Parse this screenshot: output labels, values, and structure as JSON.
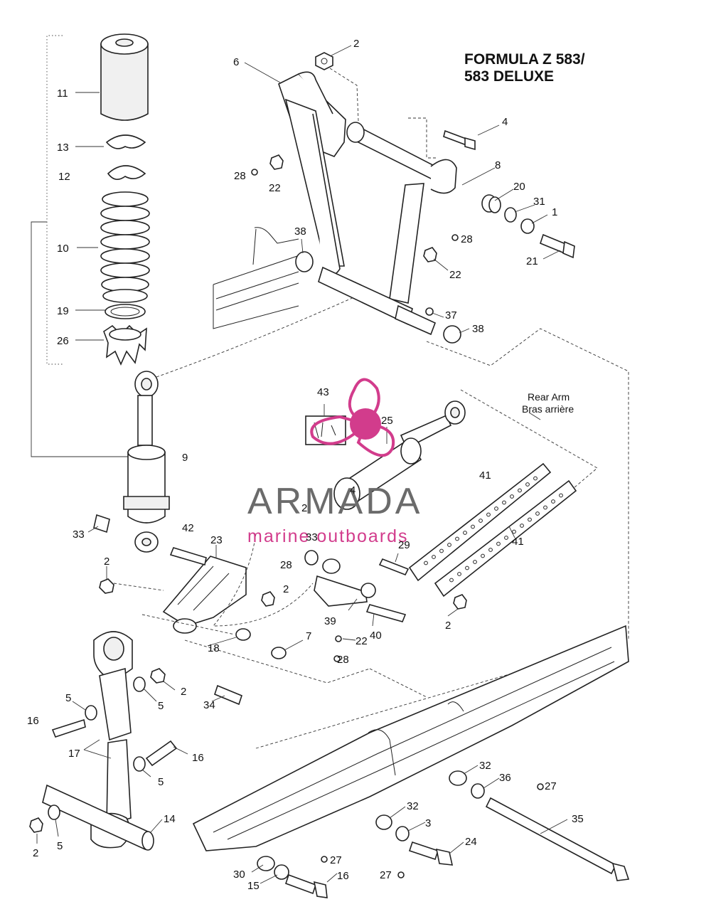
{
  "title": {
    "line1": "FORMULA Z 583/",
    "line2": "583 DELUXE"
  },
  "reference_note": {
    "line1": "Rear Arm",
    "line2": "Bras arrière"
  },
  "watermark": {
    "brand": "ARMADA",
    "tagline": "marine outboards",
    "logo_color": "#d23c8c"
  },
  "callouts": [
    {
      "id": "c-2a",
      "text": "2"
    },
    {
      "id": "c-6",
      "text": "6"
    },
    {
      "id": "c-4a",
      "text": "4"
    },
    {
      "id": "c-28a",
      "text": "28"
    },
    {
      "id": "c-22a",
      "text": "22"
    },
    {
      "id": "c-8",
      "text": "8"
    },
    {
      "id": "c-20",
      "text": "20"
    },
    {
      "id": "c-31",
      "text": "31"
    },
    {
      "id": "c-1",
      "text": "1"
    },
    {
      "id": "c-38a",
      "text": "38"
    },
    {
      "id": "c-28b",
      "text": "28"
    },
    {
      "id": "c-21",
      "text": "21"
    },
    {
      "id": "c-22b",
      "text": "22"
    },
    {
      "id": "c-37",
      "text": "37"
    },
    {
      "id": "c-38b",
      "text": "38"
    },
    {
      "id": "c-11",
      "text": "11"
    },
    {
      "id": "c-13",
      "text": "13"
    },
    {
      "id": "c-12",
      "text": "12"
    },
    {
      "id": "c-10",
      "text": "10"
    },
    {
      "id": "c-19",
      "text": "19"
    },
    {
      "id": "c-26",
      "text": "26"
    },
    {
      "id": "c-9",
      "text": "9"
    },
    {
      "id": "c-43",
      "text": "43"
    },
    {
      "id": "c-25",
      "text": "25"
    },
    {
      "id": "c-41a",
      "text": "41"
    },
    {
      "id": "c-4b",
      "text": "4"
    },
    {
      "id": "c-2b",
      "text": "2"
    },
    {
      "id": "c-33a",
      "text": "33"
    },
    {
      "id": "c-42",
      "text": "42"
    },
    {
      "id": "c-23",
      "text": "23"
    },
    {
      "id": "c-33b",
      "text": "33"
    },
    {
      "id": "c-29",
      "text": "29"
    },
    {
      "id": "c-41b",
      "text": "41"
    },
    {
      "id": "c-28c",
      "text": "28"
    },
    {
      "id": "c-2c",
      "text": "2"
    },
    {
      "id": "c-2d",
      "text": "2"
    },
    {
      "id": "c-39",
      "text": "39"
    },
    {
      "id": "c-40",
      "text": "40"
    },
    {
      "id": "c-22c",
      "text": "22"
    },
    {
      "id": "c-2e",
      "text": "2"
    },
    {
      "id": "c-18",
      "text": "18"
    },
    {
      "id": "c-7",
      "text": "7"
    },
    {
      "id": "c-28d",
      "text": "28"
    },
    {
      "id": "c-2f",
      "text": "2"
    },
    {
      "id": "c-5a",
      "text": "5"
    },
    {
      "id": "c-34",
      "text": "34"
    },
    {
      "id": "c-5b",
      "text": "5"
    },
    {
      "id": "c-16a",
      "text": "16"
    },
    {
      "id": "c-17",
      "text": "17"
    },
    {
      "id": "c-16b",
      "text": "16"
    },
    {
      "id": "c-5c",
      "text": "5"
    },
    {
      "id": "c-32a",
      "text": "32"
    },
    {
      "id": "c-36",
      "text": "36"
    },
    {
      "id": "c-27a",
      "text": "27"
    },
    {
      "id": "c-14",
      "text": "14"
    },
    {
      "id": "c-35",
      "text": "35"
    },
    {
      "id": "c-32b",
      "text": "32"
    },
    {
      "id": "c-3",
      "text": "3"
    },
    {
      "id": "c-2g",
      "text": "2"
    },
    {
      "id": "c-5d",
      "text": "5"
    },
    {
      "id": "c-24",
      "text": "24"
    },
    {
      "id": "c-27b",
      "text": "27"
    },
    {
      "id": "c-30",
      "text": "30"
    },
    {
      "id": "c-15",
      "text": "15"
    },
    {
      "id": "c-16c",
      "text": "16"
    },
    {
      "id": "c-27c",
      "text": "27"
    }
  ]
}
